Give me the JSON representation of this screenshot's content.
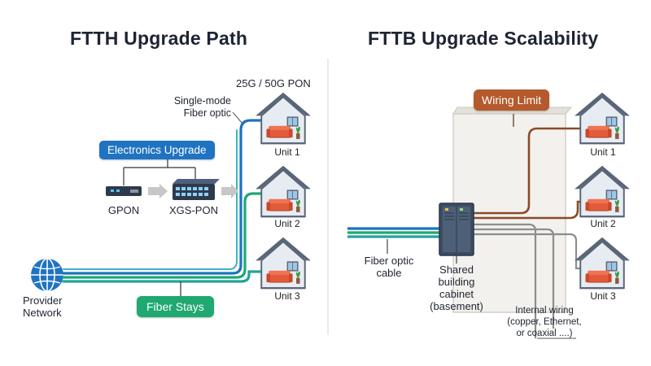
{
  "left": {
    "title": "FTTH Upgrade Path",
    "pon_label": "25G / 50G PON",
    "fiber_type_label_1": "Single-mode",
    "fiber_type_label_2": "Fiber optic",
    "electronics_upgrade": "Electronics Upgrade",
    "gpon": "GPON",
    "xgs_pon": "XGS-PON",
    "provider_1": "Provider",
    "provider_2": "Network",
    "fiber_stays": "Fiber Stays",
    "units": [
      "Unit 1",
      "Unit 2",
      "Unit 3"
    ]
  },
  "right": {
    "title": "FTTB Upgrade Scalability",
    "wiring_limit": "Wiring Limit",
    "fiber_cable_1": "Fiber optic",
    "fiber_cable_2": "cable",
    "cabinet_1": "Shared",
    "cabinet_2": "building",
    "cabinet_3": "cabinet",
    "cabinet_4": "(basement)",
    "internal_1": "Internal wiring",
    "internal_2": "(copper, Ethernet,",
    "internal_3": "or coaxial ....)",
    "units": [
      "Unit 1",
      "Unit 2",
      "Unit 3"
    ]
  },
  "colors": {
    "fiber_blue": "#1c72c0",
    "fiber_green": "#1fa871",
    "fiber_teal": "#21a39a",
    "wiring_brown": "#8a4a26",
    "wiring_grey": "#8d8d8d",
    "house_roof": "#5a6578",
    "house_wall": "#dfe7ef",
    "sofa": "#e25a3a"
  }
}
